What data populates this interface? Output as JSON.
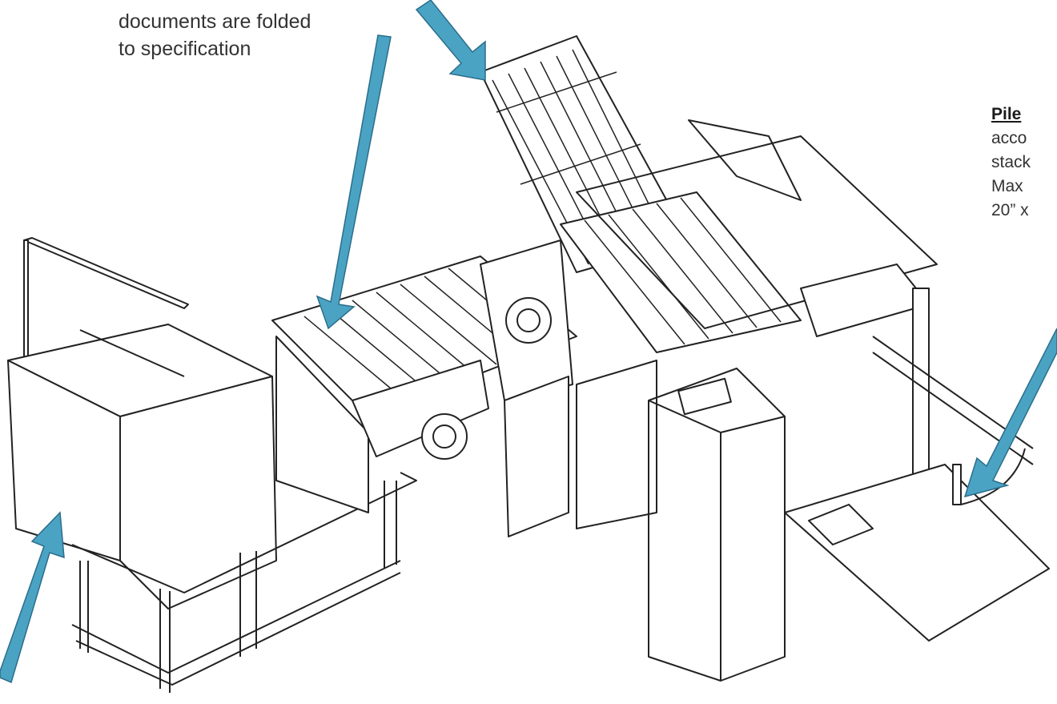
{
  "callouts": {
    "folding": {
      "lines": [
        "documents are folded",
        "to specification"
      ]
    },
    "pile": {
      "title": "Pile",
      "lines": [
        "acco",
        "stack",
        "Max",
        "20” x"
      ]
    }
  },
  "colors": {
    "arrow": "#4ba3c4",
    "arrow_outline": "#2b6e8a",
    "line": "#222222"
  },
  "icons": {
    "arrow": "callout-arrow-icon"
  }
}
